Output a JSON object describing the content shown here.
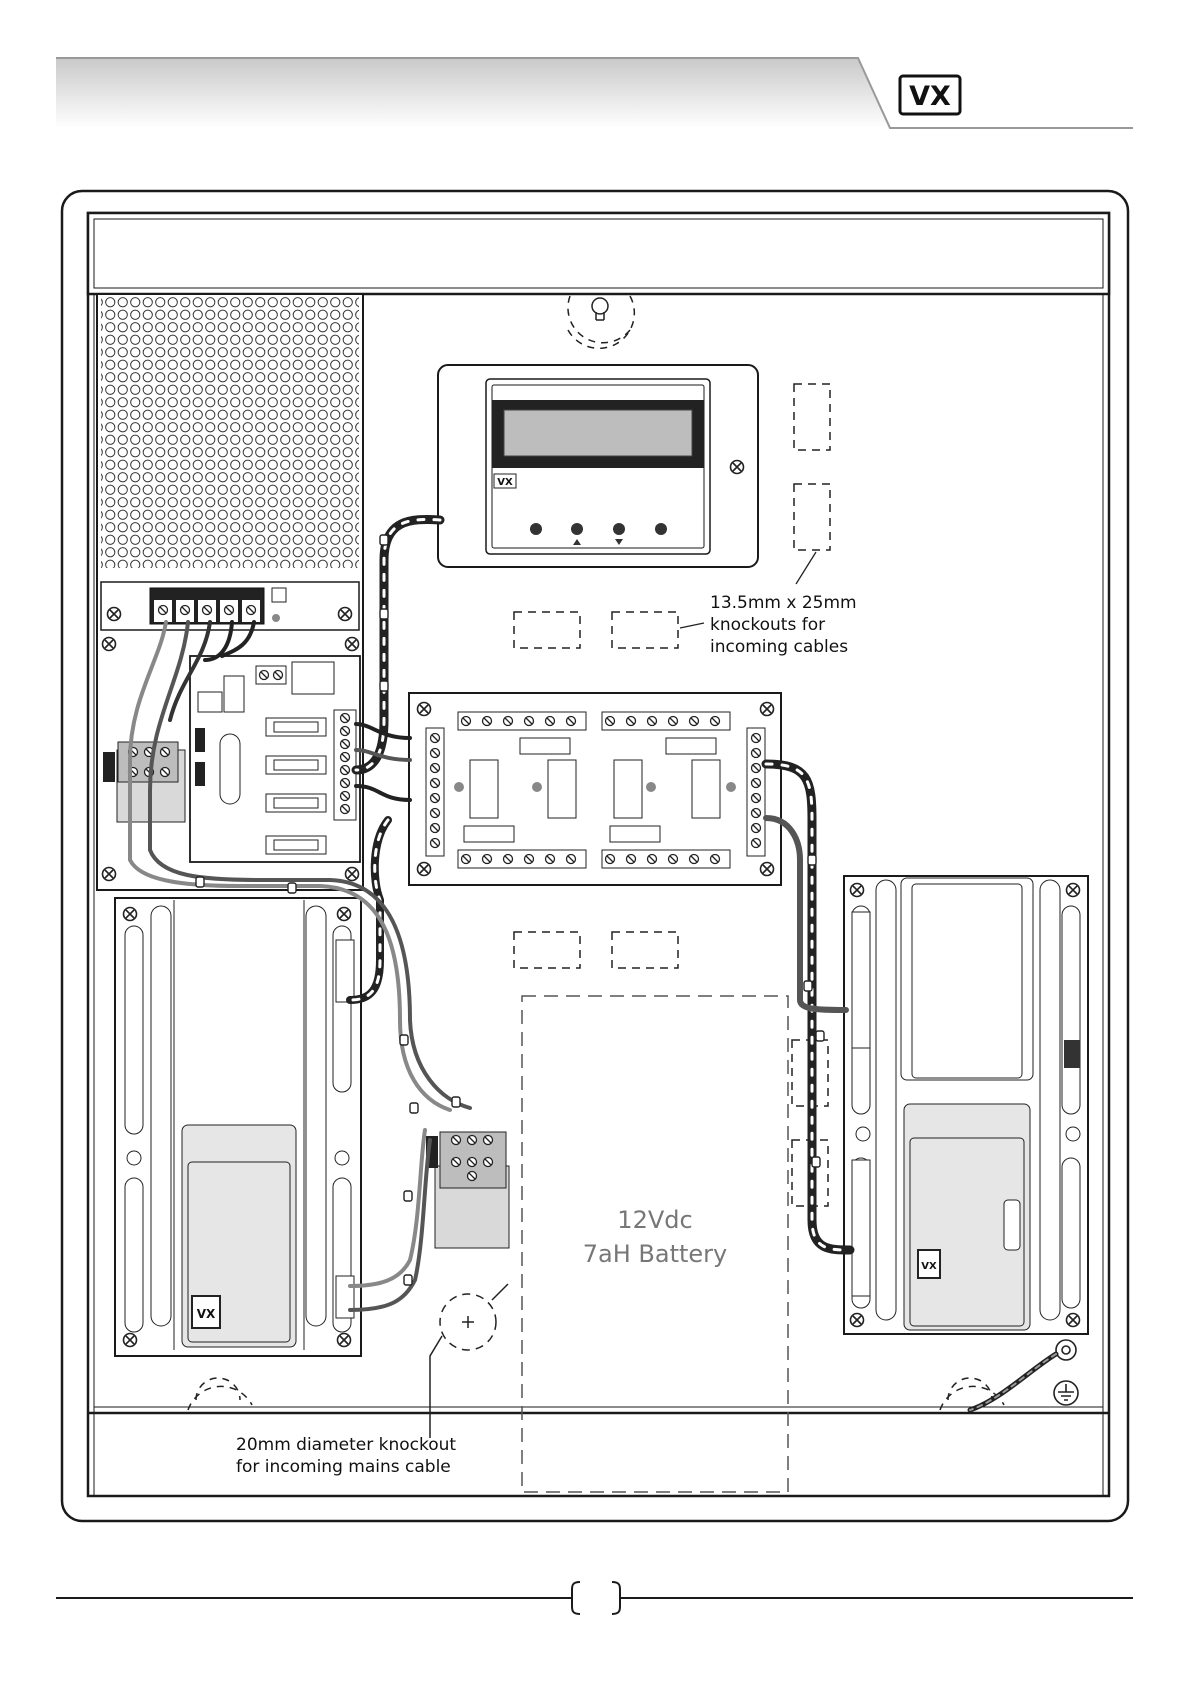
{
  "header": {
    "logo_text": "VX",
    "page_number": ""
  },
  "annotations": {
    "knockouts_line1": "13.5mm x 25mm",
    "knockouts_line2": "knockouts for",
    "knockouts_line3": "incoming cables",
    "mains_line1": "20mm diameter knockout",
    "mains_line2": "for incoming mains cable",
    "battery_line1": "12Vdc",
    "battery_line2": "7aH Battery"
  },
  "colors": {
    "outline": "#1a1a1a",
    "header_band": "#d6d6d6",
    "lcd": "#bdbdbd",
    "battery_text": "#777777"
  }
}
